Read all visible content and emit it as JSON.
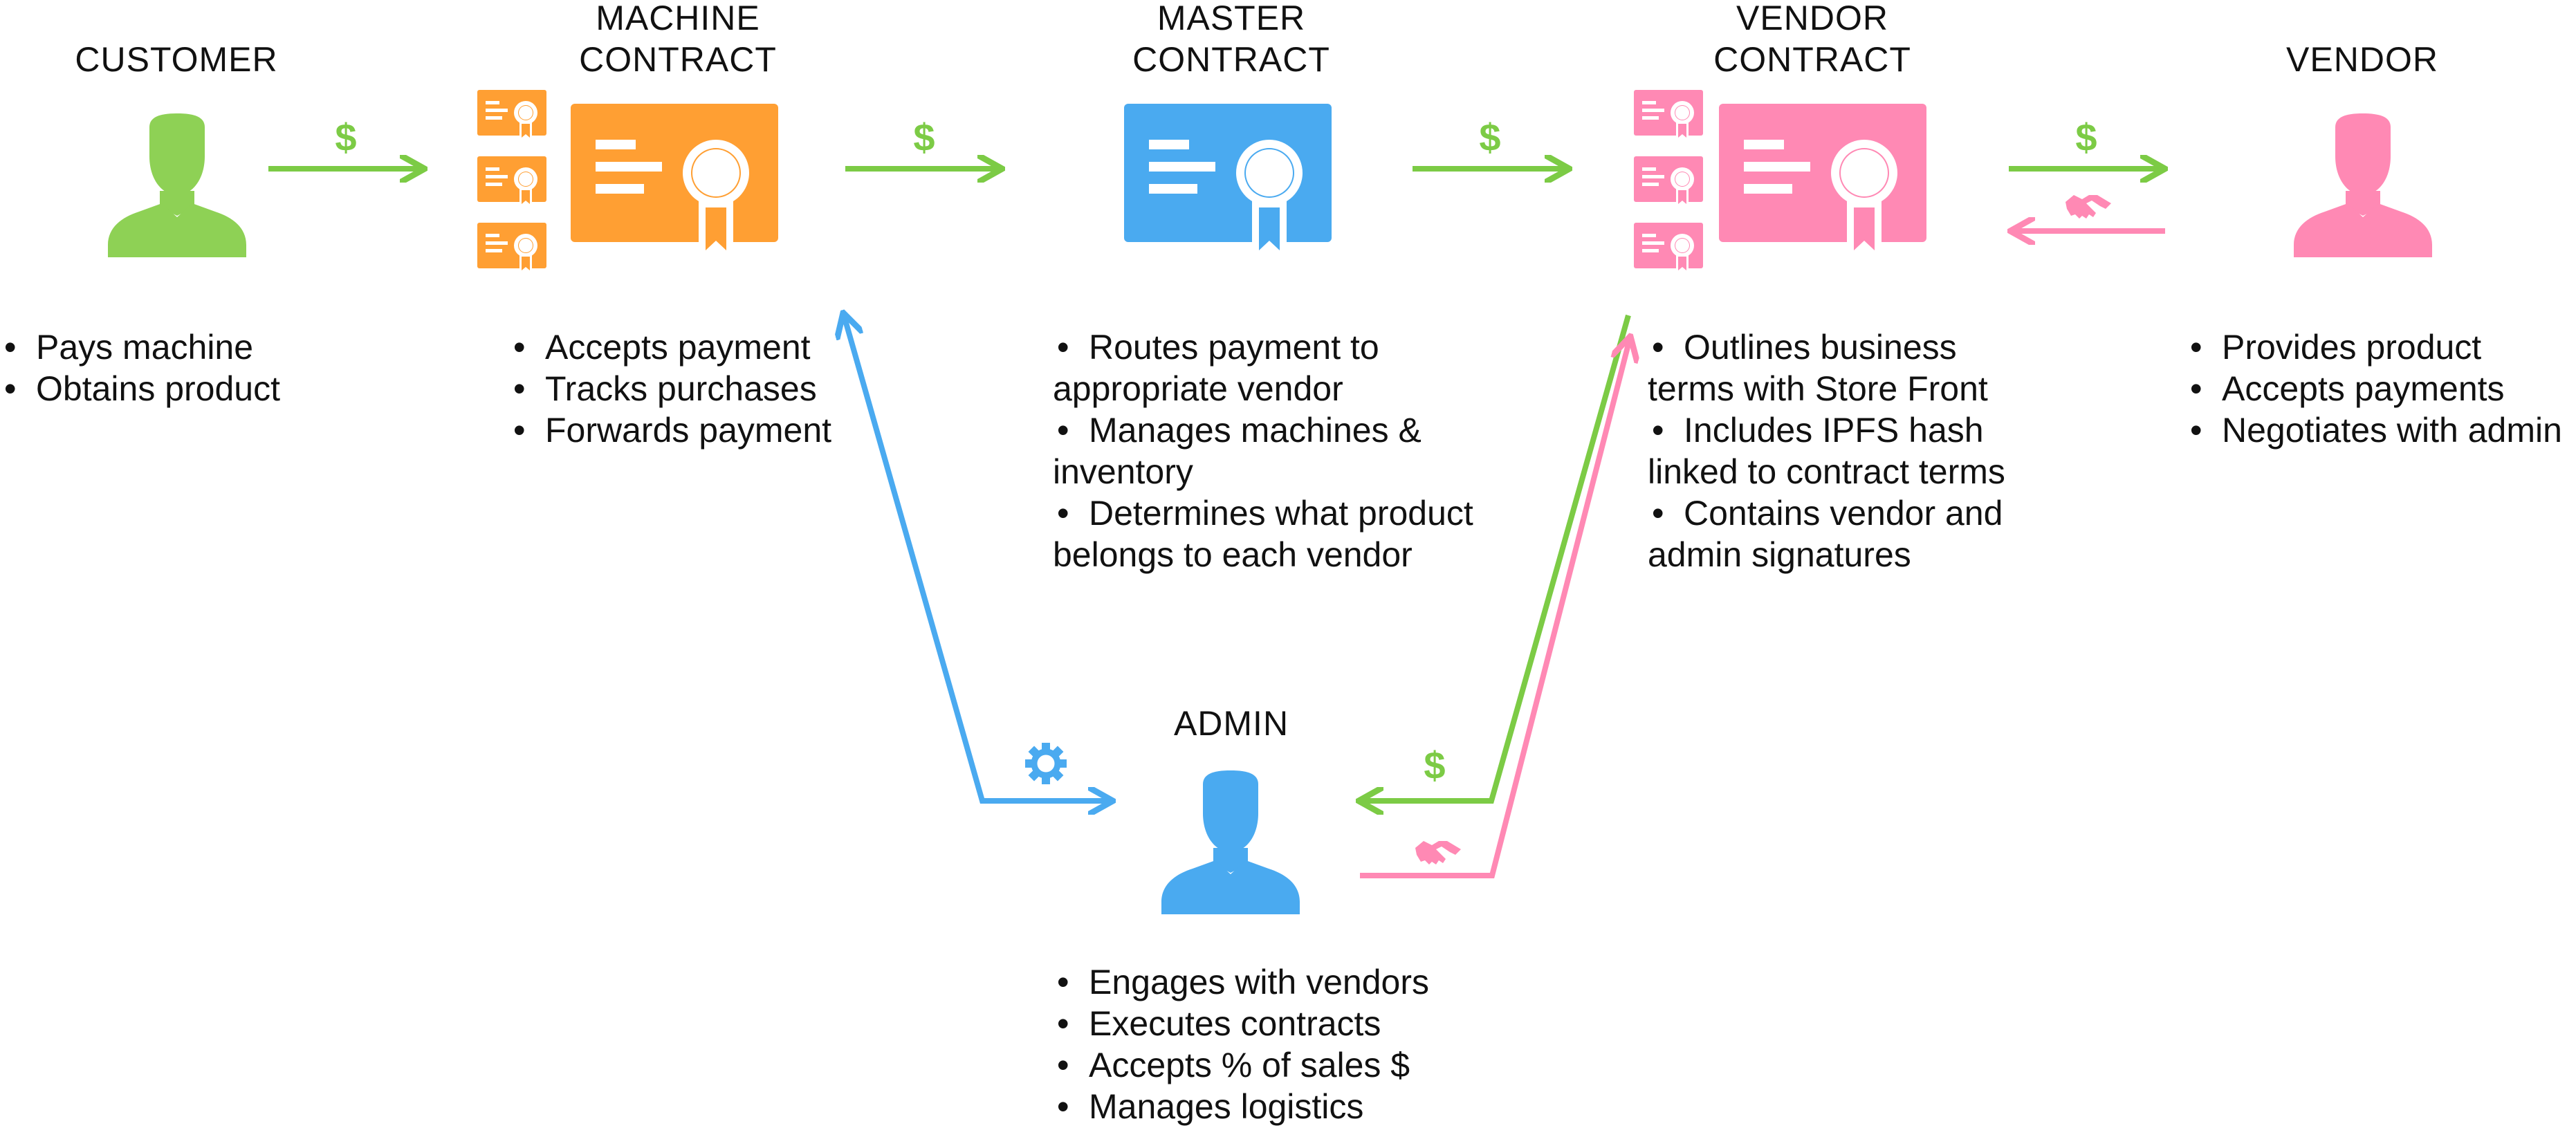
{
  "colors": {
    "customer": "#8ed155",
    "machine": "#ff9f33",
    "master": "#4aaaf0",
    "vendor": "#ff89b4",
    "admin": "#4aaaf0",
    "payment_arrow": "#7ccb45",
    "agreement_arrow": "#ff89b4",
    "control_arrow": "#4aaaf0"
  },
  "nodes": {
    "customer": {
      "title": [
        "CUSTOMER"
      ],
      "icon": "person-icon",
      "bullets": [
        "Pays machine",
        "Obtains product"
      ]
    },
    "machine": {
      "title": [
        "MACHINE",
        "CONTRACT"
      ],
      "icon": "certificate-stack-icon",
      "bullets": [
        "Accepts payment",
        "Tracks purchases",
        "Forwards payment"
      ]
    },
    "master": {
      "title": [
        "MASTER",
        "CONTRACT"
      ],
      "icon": "certificate-icon",
      "bullets": [
        [
          "Routes payment to",
          "appropriate vendor"
        ],
        [
          "Manages machines &",
          "inventory"
        ],
        [
          "Determines what product",
          "belongs to each vendor"
        ]
      ]
    },
    "vendor_contract": {
      "title": [
        "VENDOR",
        "CONTRACT"
      ],
      "icon": "certificate-stack-icon",
      "bullets": [
        [
          "Outlines business",
          "terms with Store Front"
        ],
        [
          "Includes IPFS hash",
          "linked to contract terms"
        ],
        [
          "Contains vendor and",
          "admin signatures"
        ]
      ]
    },
    "vendor": {
      "title": [
        "VENDOR"
      ],
      "icon": "person-icon",
      "bullets": [
        "Provides product",
        "Accepts payments",
        "Negotiates with admin"
      ]
    },
    "admin": {
      "title": [
        "ADMIN"
      ],
      "icon": "person-icon",
      "bullets": [
        "Engages with vendors",
        "Executes contracts",
        "Accepts % of sales $",
        "Manages logistics"
      ]
    }
  },
  "edge_labels": {
    "payment": "$",
    "agreement": "handshake-icon",
    "control": "gear-icon"
  }
}
